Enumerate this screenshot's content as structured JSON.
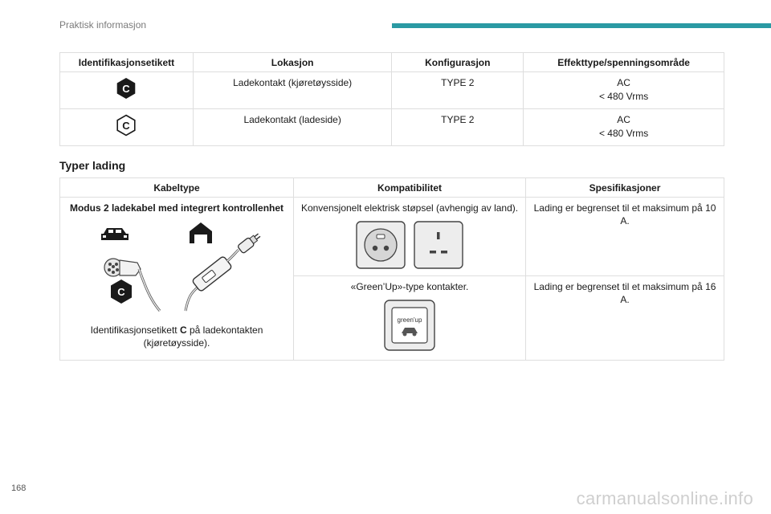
{
  "header": {
    "section": "Praktisk informasjon",
    "accent_color": "#2a9aa3"
  },
  "table1": {
    "headers": [
      "Identifikasjonsetikett",
      "Lokasjon",
      "Konfigurasjon",
      "Effekttype/spenningsområde"
    ],
    "rows": [
      {
        "label": "C",
        "location": "Ladekontakt (kjøretøysside)",
        "config": "TYPE 2",
        "power": "AC",
        "voltage": "< 480 Vrms",
        "icon": "label-c-filled-hexagon-icon"
      },
      {
        "label": "C",
        "location": "Ladekontakt (ladeside)",
        "config": "TYPE 2",
        "power": "AC",
        "voltage": "< 480 Vrms",
        "icon": "label-c-outline-hexagon-icon"
      }
    ]
  },
  "section_title": "Typer lading",
  "table2": {
    "headers": [
      "Kabeltype",
      "Kompatibilitet",
      "Spesifikasjoner"
    ],
    "cable_title": "Modus 2 ladekabel med integrert kontrollenhet",
    "illustration_label": "C",
    "caption_pre": "Identifikasjonsetikett ",
    "caption_bold": "C",
    "caption_post": " på ladekontakten (kjøretøysside).",
    "rows": [
      {
        "compat": "Konvensjonelt elektrisk støpsel (avhengig av land).",
        "spec": "Lading er begrenset til et maksimum på 10 A."
      },
      {
        "compat": "«Green’Up»-type kontakter.",
        "spec": "Lading er begrenset til et maksimum på 16 A."
      }
    ],
    "greenup_label": "green'up"
  },
  "page_number": "168",
  "watermark": "carmanualsonline.info"
}
